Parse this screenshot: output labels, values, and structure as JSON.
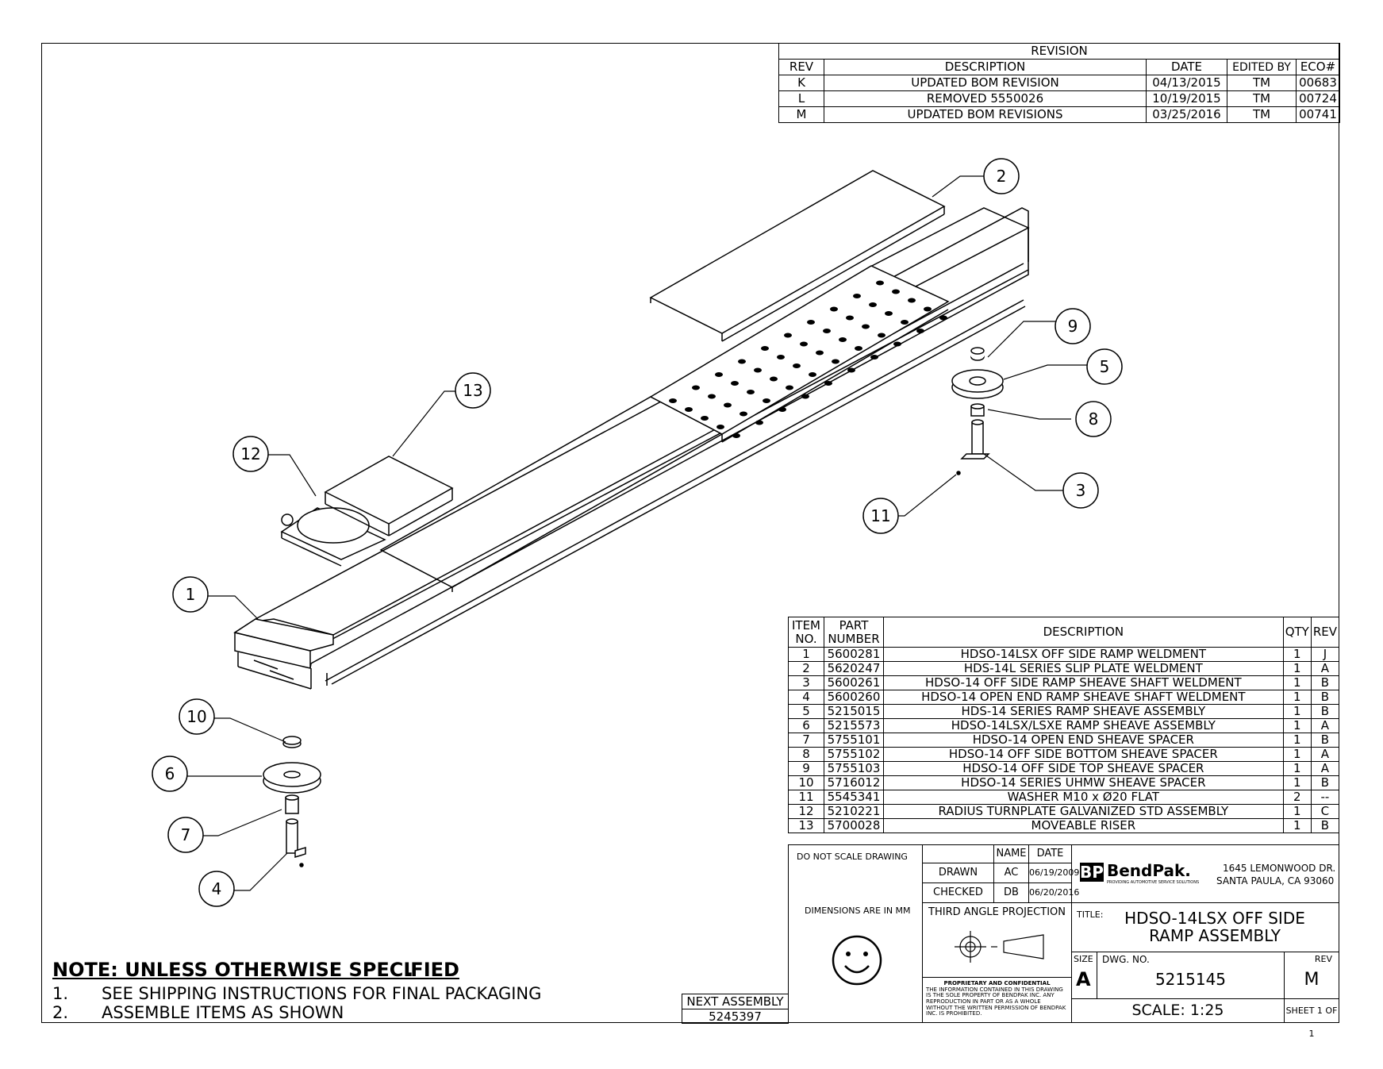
{
  "revision": {
    "title": "REVISION",
    "headers": [
      "REV",
      "DESCRIPTION",
      "DATE",
      "EDITED BY",
      "ECO#"
    ],
    "rows": [
      [
        "K",
        "UPDATED BOM REVISION",
        "04/13/2015",
        "TM",
        "00683"
      ],
      [
        "L",
        "REMOVED 5550026",
        "10/19/2015",
        "TM",
        "00724"
      ],
      [
        "M",
        "UPDATED BOM REVISIONS",
        "03/25/2016",
        "TM",
        "00741"
      ]
    ]
  },
  "callouts": [
    "1",
    "2",
    "3",
    "4",
    "5",
    "6",
    "7",
    "8",
    "9",
    "10",
    "11",
    "12",
    "13"
  ],
  "bom": {
    "headers": {
      "item": "ITEM NO.",
      "part": "PART NUMBER",
      "desc": "DESCRIPTION",
      "qty": "QTY",
      "rev": "REV"
    },
    "rows": [
      [
        "1",
        "5600281",
        "HDSO-14LSX OFF SIDE RAMP WELDMENT",
        "1",
        "J"
      ],
      [
        "2",
        "5620247",
        "HDS-14L SERIES SLIP PLATE WELDMENT",
        "1",
        "A"
      ],
      [
        "3",
        "5600261",
        "HDSO-14 OFF SIDE RAMP SHEAVE SHAFT WELDMENT",
        "1",
        "B"
      ],
      [
        "4",
        "5600260",
        "HDSO-14 OPEN END RAMP SHEAVE SHAFT WELDMENT",
        "1",
        "B"
      ],
      [
        "5",
        "5215015",
        "HDS-14 SERIES RAMP SHEAVE ASSEMBLY",
        "1",
        "B"
      ],
      [
        "6",
        "5215573",
        "HDSO-14LSX/LSXE RAMP SHEAVE ASSEMBLY",
        "1",
        "A"
      ],
      [
        "7",
        "5755101",
        "HDSO-14 OPEN END SHEAVE SPACER",
        "1",
        "B"
      ],
      [
        "8",
        "5755102",
        "HDSO-14 OFF SIDE BOTTOM SHEAVE SPACER",
        "1",
        "A"
      ],
      [
        "9",
        "5755103",
        "HDSO-14 OFF SIDE TOP SHEAVE SPACER",
        "1",
        "A"
      ],
      [
        "10",
        "5716012",
        "HDSO-14 SERIES UHMW SHEAVE SPACER",
        "1",
        "B"
      ],
      [
        "11",
        "5545341",
        "WASHER M10 x Ø20 FLAT",
        "2",
        "--"
      ],
      [
        "12",
        "5210221",
        "RADIUS TURNPLATE GALVANIZED STD ASSEMBLY",
        "1",
        "C"
      ],
      [
        "13",
        "5700028",
        "MOVEABLE RISER",
        "1",
        "B"
      ]
    ]
  },
  "title_block": {
    "do_not_scale": "DO NOT SCALE DRAWING",
    "name_hdr": "NAME",
    "date_hdr": "DATE",
    "drawn": "DRAWN",
    "drawn_name": "AC",
    "drawn_date": "06/19/2009",
    "checked": "CHECKED",
    "checked_name": "DB",
    "checked_date": "06/20/2016",
    "dimensions": "DIMENSIONS ARE IN MM",
    "projection": "THIRD ANGLE PROJECTION",
    "logo": "BendPak.",
    "logo_tag": "PROVIDING AUTOMOTIVE SERVICE SOLUTIONS",
    "address1": "1645 LEMONWOOD DR.",
    "address2": "SANTA PAULA, CA 93060",
    "title_lbl": "TITLE:",
    "title1": "HDSO-14LSX OFF SIDE",
    "title2": "RAMP ASSEMBLY",
    "prop_title": "PROPRIETARY AND CONFIDENTIAL",
    "prop_text": "THE INFORMATION CONTAINED IN THIS DRAWING IS THE SOLE PROPERTY OF BENDPAK INC. ANY REPRODUCTION IN PART OR AS A WHOLE WITHOUT THE WRITTEN PERMISSION OF BENDPAK INC. IS PROHIBITED.",
    "size_lbl": "SIZE",
    "size": "A",
    "dwg_lbl": "DWG. NO.",
    "dwg_no": "5215145",
    "rev_lbl": "REV",
    "rev": "M",
    "scale": "SCALE: 1:25",
    "sheet": "SHEET 1 OF 1"
  },
  "next_assembly": {
    "label": "NEXT ASSEMBLY",
    "value": "5245397"
  },
  "notes": {
    "title": "NOTE: UNLESS OTHERWISE SPECIFIED",
    "items": [
      {
        "num": "1.",
        "text": "SEE SHIPPING INSTRUCTIONS FOR FINAL PACKAGING"
      },
      {
        "num": "2.",
        "text": "ASSEMBLE ITEMS AS SHOWN"
      }
    ]
  }
}
